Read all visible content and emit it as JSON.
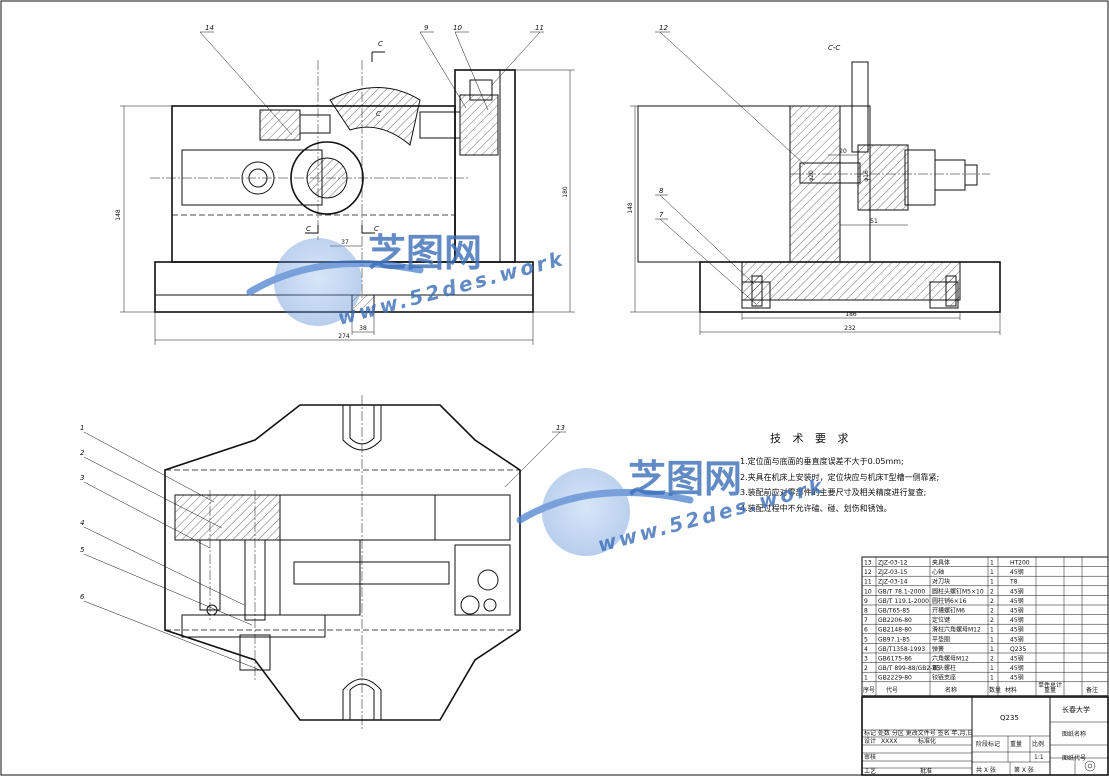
{
  "balloons": {
    "b14": "14",
    "b9": "9",
    "b10": "10",
    "b11": "11",
    "b12": "12",
    "b8": "8",
    "b7": "7",
    "b13": "13",
    "b1": "1",
    "b2": "2",
    "b3": "3",
    "b4": "4",
    "b5": "5",
    "b6": "6"
  },
  "section": {
    "cut_left": "C",
    "cut_right": "C",
    "cut_bottom_left": "C",
    "cut_bottom_right": "C",
    "label": "C-C"
  },
  "dimensions": {
    "front_height": "148",
    "front_total_height": "180",
    "front_width": "274",
    "front_37": "37",
    "front_38": "38",
    "side_height": "148",
    "side_20": "20",
    "side_d20": "φ20",
    "side_d16": "φ16",
    "side_51": "51",
    "side_186": "186",
    "side_232": "232"
  },
  "requirements": {
    "title": "技 术 要 求",
    "lines": [
      "1.定位面与底面的垂直度误差不大于0.05mm;",
      "2.夹具在机床上安装时，定位块应与机床T型槽一侧靠紧;",
      "3.装配前应对零部件的主要尺寸及相关精度进行复查;",
      "4.装配过程中不允许磕、碰、划伤和锈蚀。"
    ]
  },
  "bom": {
    "rows": [
      {
        "no": "13",
        "code": "ZJZ-03-12",
        "name": "夹具体",
        "qty": "1",
        "material": "HT200"
      },
      {
        "no": "12",
        "code": "ZJZ-03-15",
        "name": "心轴",
        "qty": "1",
        "material": "45钢"
      },
      {
        "no": "11",
        "code": "ZJZ-03-14",
        "name": "对刀块",
        "qty": "1",
        "material": "T8"
      },
      {
        "no": "10",
        "code": "GB/T 78.1-2000",
        "name": "圆柱头螺钉M5×10",
        "qty": "2",
        "material": "45钢"
      },
      {
        "no": "9",
        "code": "GB/T 119.1-2000",
        "name": "圆柱销6×16",
        "qty": "2",
        "material": "45钢"
      },
      {
        "no": "8",
        "code": "GB/T65-85",
        "name": "开槽螺钉M6",
        "qty": "2",
        "material": "45钢"
      },
      {
        "no": "7",
        "code": "GB2206-80",
        "name": "定位键",
        "qty": "2",
        "material": "45钢"
      },
      {
        "no": "6",
        "code": "GB2148-80",
        "name": "滑柱六角螺母M12",
        "qty": "1",
        "material": "45钢"
      },
      {
        "no": "5",
        "code": "GB97.1-85",
        "name": "平垫圈",
        "qty": "1",
        "material": "45钢"
      },
      {
        "no": "4",
        "code": "GB/T1358-1993",
        "name": "弹簧",
        "qty": "1",
        "material": "Q235"
      },
      {
        "no": "3",
        "code": "GB6175-86",
        "name": "六角螺母M12",
        "qty": "2",
        "material": "45钢"
      },
      {
        "no": "2",
        "code": "GB/T 899-88/GB2-85",
        "name": "双头螺柱",
        "qty": "1",
        "material": "45钢"
      },
      {
        "no": "1",
        "code": "GB2229-80",
        "name": "铰链支座",
        "qty": "1",
        "material": "45钢"
      }
    ],
    "header": {
      "no": "序号",
      "code": "代号",
      "name": "名称",
      "qty": "数量",
      "material": "材料",
      "unit_weight": "单件",
      "total_weight": "总计",
      "weight": "重量",
      "remark": "备注"
    }
  },
  "title_block": {
    "material": "Q235",
    "school": "长春大学",
    "drawing_name": "图纸名称",
    "drawing_code": "图纸代号",
    "mark_row": "标记 处数 分区 更改文件号 签名 年,月,日",
    "design": "设计",
    "design_name": "XXXX",
    "standardize": "标准化",
    "stage_mark": "阶段标记",
    "weight": "重量",
    "scale": "比例",
    "scale_value": "1:1",
    "review": "审核",
    "process": "工艺",
    "approve": "批准",
    "sheets": "共 X 张",
    "sheet_no": "第 X 张"
  },
  "watermark": {
    "brand": "芝图网",
    "url": "www.52des.work"
  }
}
